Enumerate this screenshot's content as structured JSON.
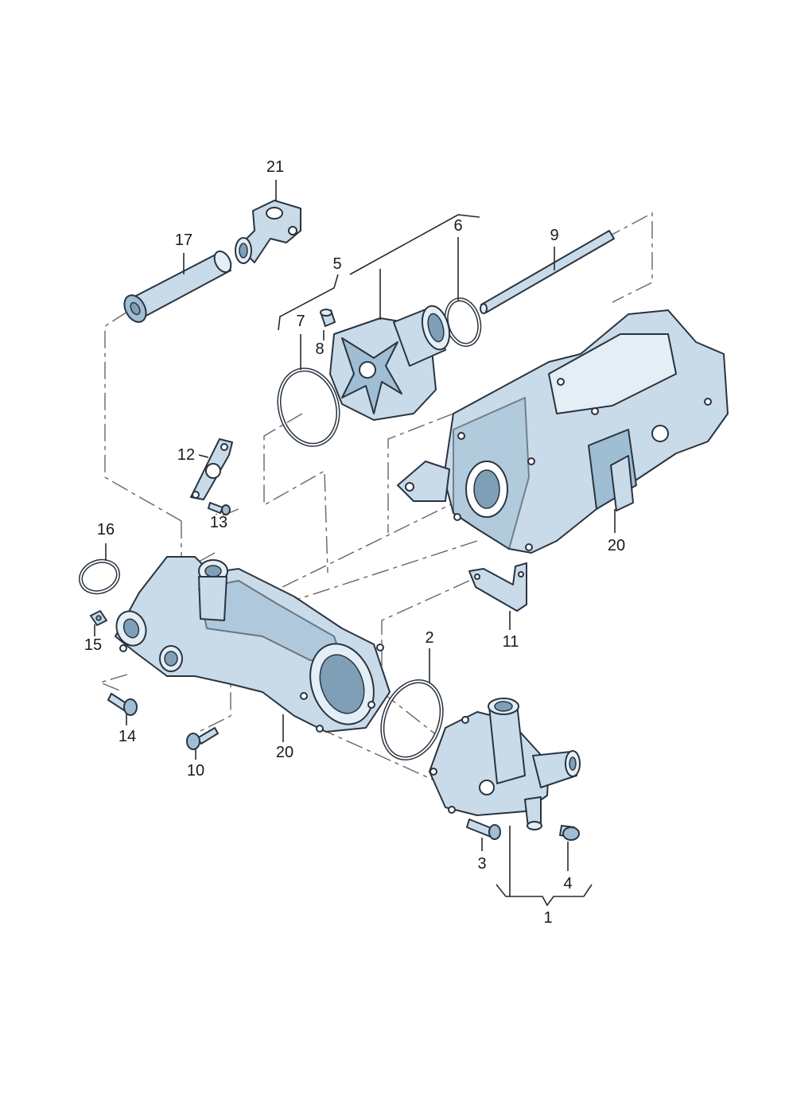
{
  "callouts": {
    "c1": "1",
    "c2": "2",
    "c3": "3",
    "c4": "4",
    "c5": "5",
    "c6": "6",
    "c7": "7",
    "c8": "8",
    "c9": "9",
    "c10": "10",
    "c11": "11",
    "c12": "12",
    "c13": "13",
    "c14": "14",
    "c15": "15",
    "c16": "16",
    "c17": "17",
    "c20a": "20",
    "c20b": "20",
    "c21": "21"
  },
  "colors": {
    "part_fill": "#c9dbe8",
    "part_shadow": "#9fbdd3",
    "outline": "#2a3440"
  }
}
